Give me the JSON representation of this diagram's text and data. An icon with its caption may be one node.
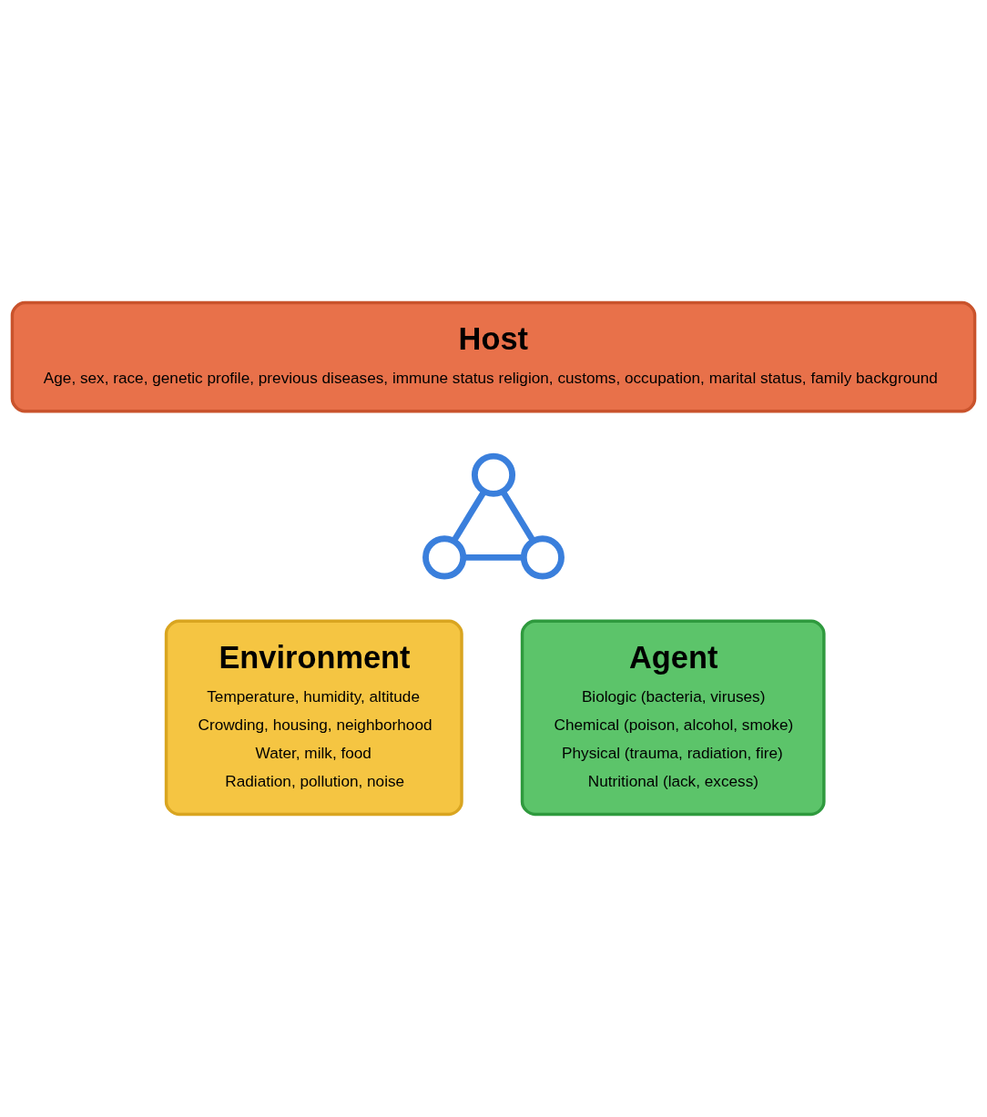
{
  "diagram": {
    "nodes": [
      {
        "text": [
          "Host",
          "Age, sex, race, genetic profile, previous diseases, immune status religion, customs, occupation, marital status, family background"
        ]
      },
      {
        "text": [
          "Environment",
          "Temperature, humidity, altitude",
          "Crowding, housing, neighborhood",
          "Water, milk, food",
          "Radiation, pollution, noise"
        ]
      },
      {
        "text": [
          "Agent",
          "Biologic (bacteria, viruses)",
          "Chemical (poison, alcohol, smoke)",
          "Physical (trauma, radiation, fire)",
          "Nutritional (lack, excess)"
        ]
      },
      {
        "text": [],
        "shape": "circle"
      },
      {
        "text": [],
        "shape": "circle"
      },
      {
        "text": [],
        "shape": "circle"
      }
    ],
    "edges": [
      {
        "from": 3,
        "to": 4,
        "arrow": "none"
      },
      {
        "from": 3,
        "to": 5,
        "arrow": "none"
      },
      {
        "from": 4,
        "to": 5,
        "arrow": "none"
      }
    ]
  }
}
